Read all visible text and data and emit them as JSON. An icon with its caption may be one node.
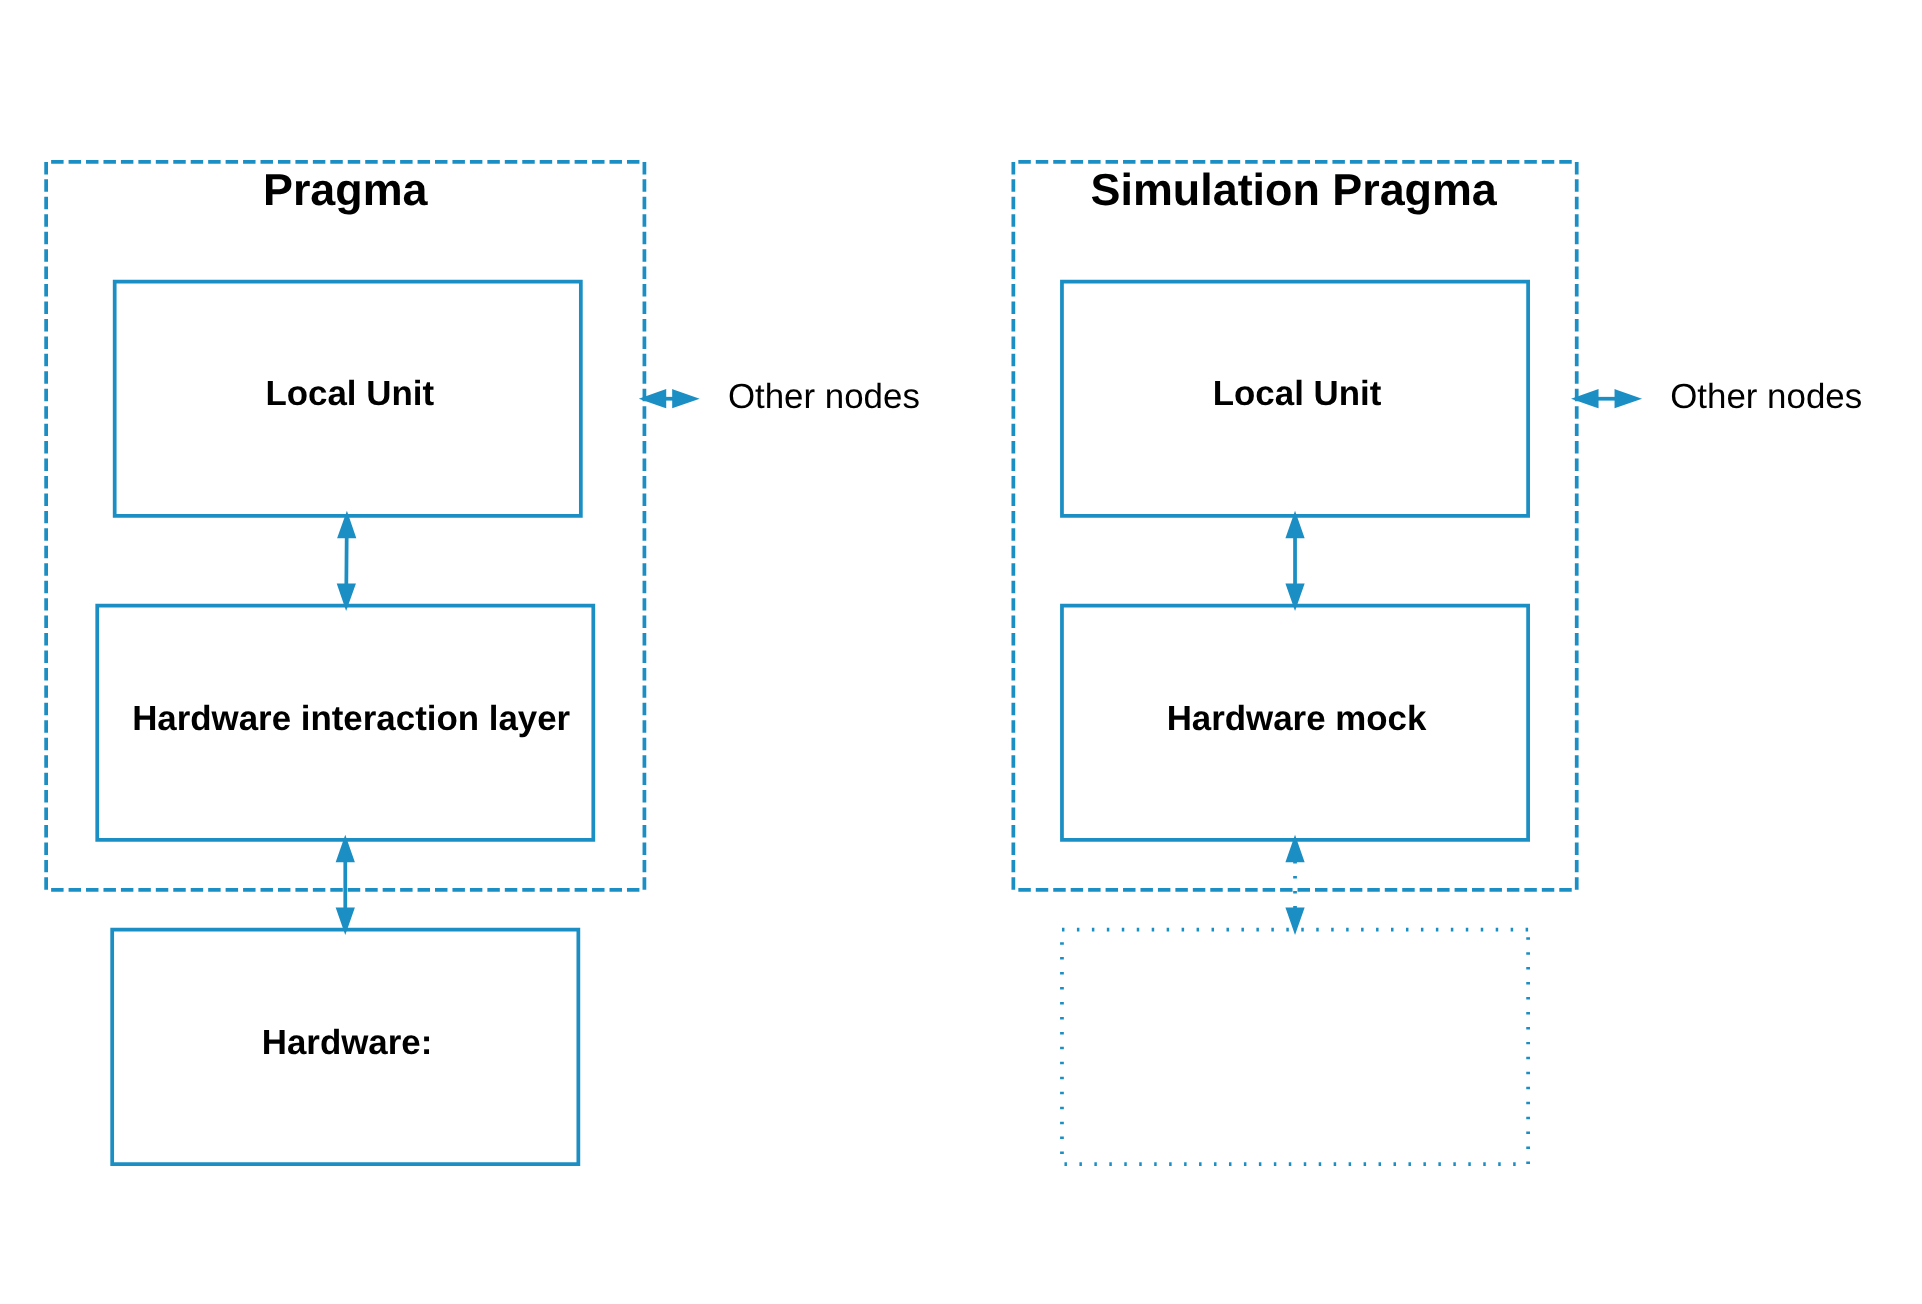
{
  "diagram": {
    "nodes": [
      {
        "text": [
          "Pragma"
        ]
      },
      {
        "text": [
          "Local Unit"
        ],
        "in": 0
      },
      {
        "text": [
          "Hardware interaction layer"
        ],
        "in": 0
      },
      {
        "text": [
          "Hardware:"
        ]
      },
      {
        "text": [
          "Other nodes"
        ]
      },
      {
        "text": [
          "Simulation Pragma"
        ]
      },
      {
        "text": [
          "Local Unit"
        ],
        "in": 5
      },
      {
        "text": [
          "Hardware mock"
        ],
        "in": 5
      },
      {
        "text": [],
        "shape": "box"
      },
      {
        "text": [
          "Other nodes"
        ]
      }
    ],
    "edges": [
      {
        "from": 1,
        "to": 2,
        "arrow": "both"
      },
      {
        "from": 2,
        "to": 3,
        "arrow": "both"
      },
      {
        "from": 4,
        "to": 0,
        "arrow": "both"
      },
      {
        "from": 6,
        "to": 7,
        "arrow": "both"
      },
      {
        "from": 7,
        "to": 8,
        "arrow": "both",
        "style": "dashed"
      },
      {
        "from": 9,
        "to": 5,
        "arrow": "both"
      }
    ]
  }
}
